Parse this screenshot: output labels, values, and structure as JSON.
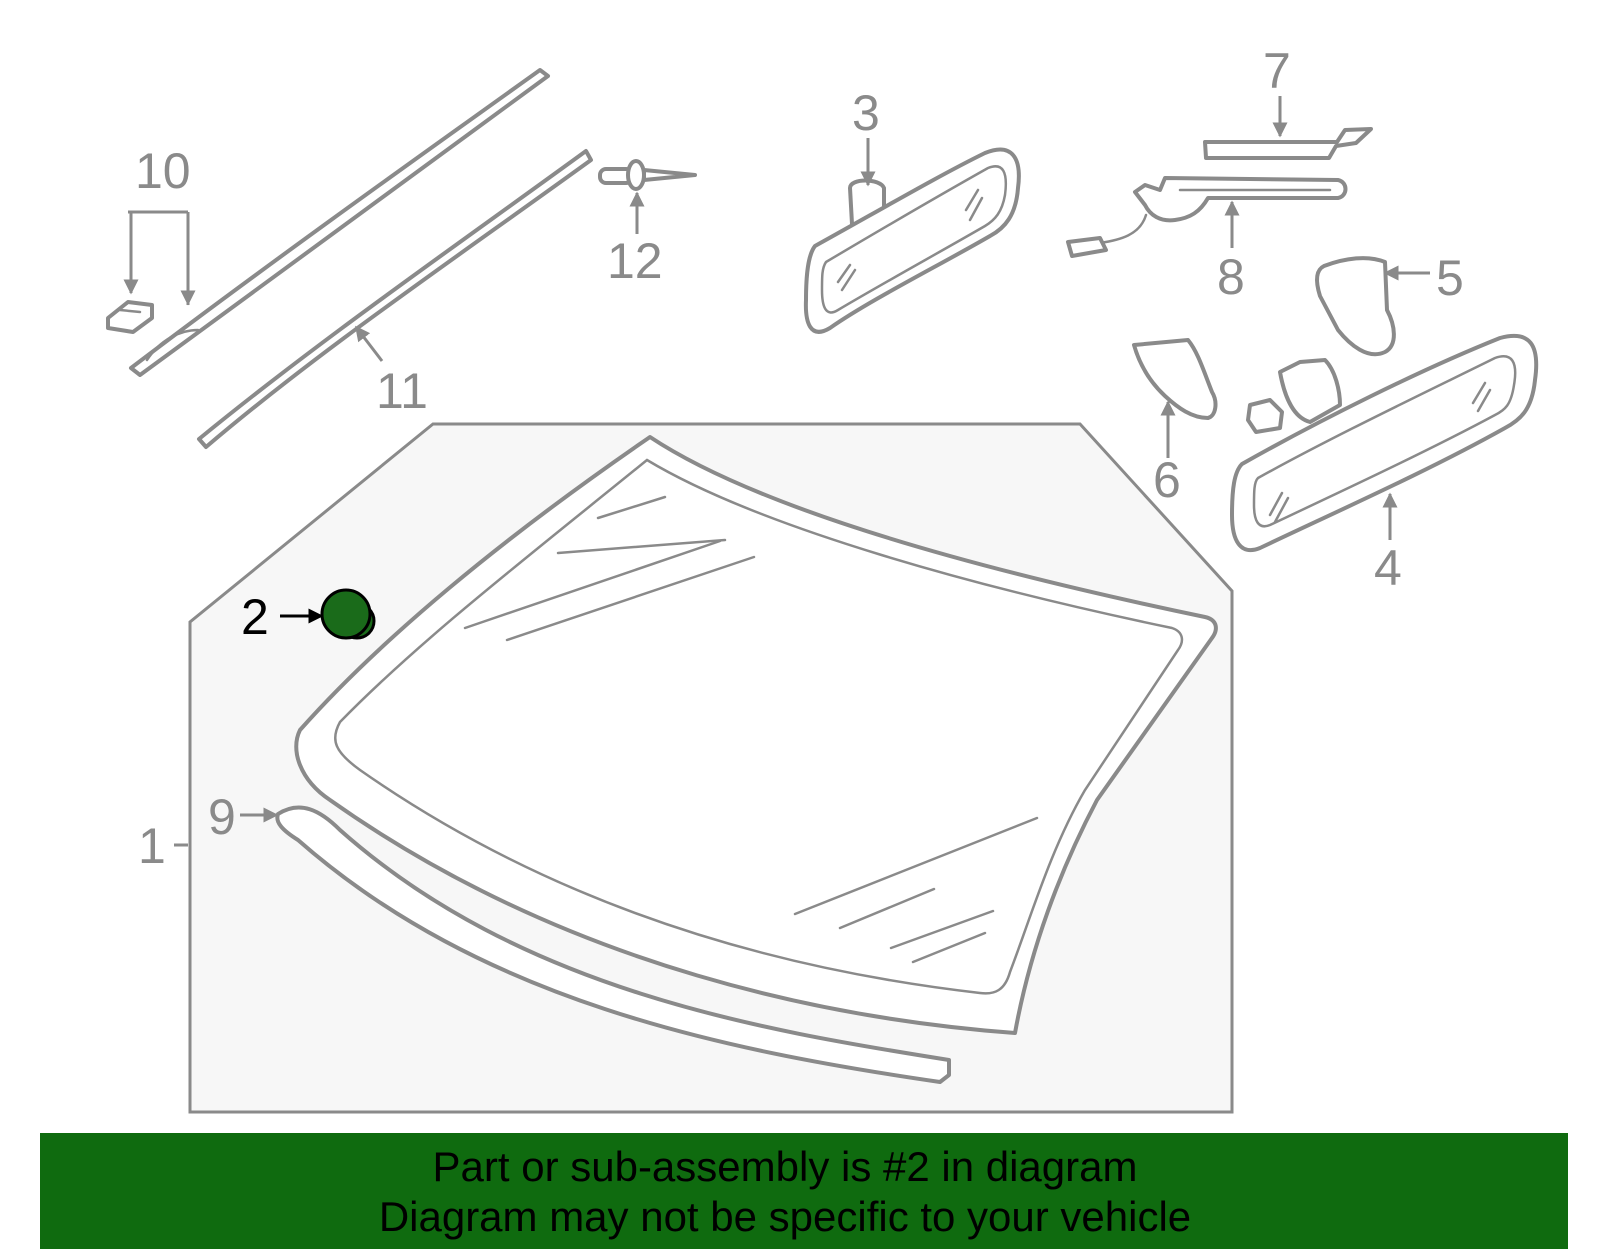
{
  "diagram": {
    "callouts": [
      {
        "id": "1",
        "label": "1"
      },
      {
        "id": "2",
        "label": "2",
        "highlighted": true
      },
      {
        "id": "3",
        "label": "3"
      },
      {
        "id": "4",
        "label": "4"
      },
      {
        "id": "5",
        "label": "5"
      },
      {
        "id": "6",
        "label": "6"
      },
      {
        "id": "7",
        "label": "7"
      },
      {
        "id": "8",
        "label": "8"
      },
      {
        "id": "9",
        "label": "9"
      },
      {
        "id": "10",
        "label": "10"
      },
      {
        "id": "11",
        "label": "11"
      },
      {
        "id": "12",
        "label": "12"
      }
    ],
    "colors": {
      "line": "#8a8a8a",
      "panel": "#f7f7f7",
      "highlight_part": "#1a6b1a",
      "banner": "#0f6b0f"
    }
  },
  "banner": {
    "line1": "Part or sub-assembly is #2 in diagram",
    "line2": "Diagram may not be specific to your vehicle"
  }
}
